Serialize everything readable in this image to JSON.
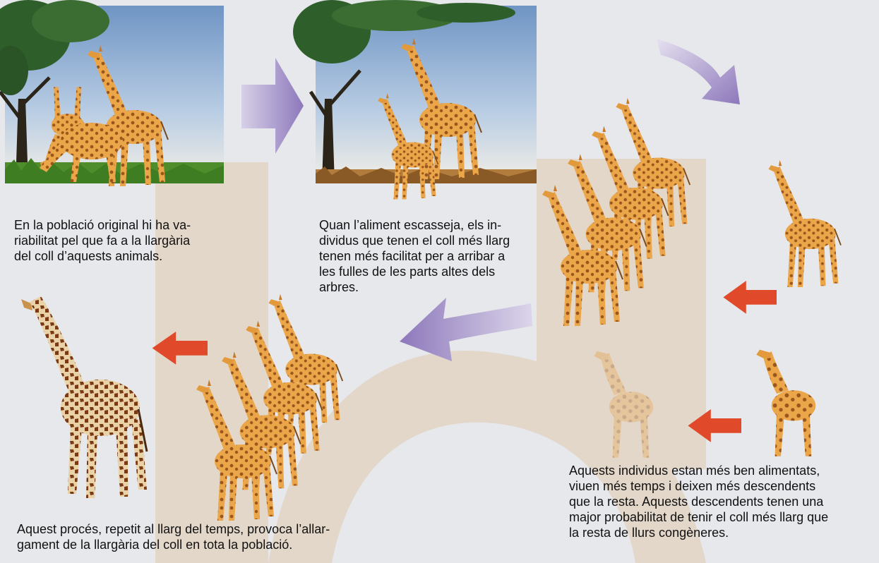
{
  "captions": {
    "step1": [
      "En la població original hi ha va-",
      "riabilitat pel que fa a la llargària",
      "del coll d’aquests animals."
    ],
    "step2": [
      "Quan l’aliment escasseja, els in-",
      "dividus que tenen el coll més llarg",
      "tenen més facilitat per a arribar a",
      "les fulles de les parts altes dels",
      "arbres."
    ],
    "step3": [
      "Aquests individus estan més ben alimentats,",
      "viuen més temps i deixen més descendents",
      "que la resta. Aquests descendents tenen una",
      "major probabilitat de tenir el coll més llarg que",
      "la resta de llurs congèneres."
    ],
    "step4": [
      "Aquest procés, repetit al llarg del temps, provoca l’allar-",
      "gament de la llargària del coll en tota la població."
    ]
  },
  "icons": [
    "tree-icon",
    "giraffe-icon",
    "arrow-icon"
  ],
  "colors": {
    "background": "#e6e8ec",
    "watermark": "#e3d7c9",
    "sky": "#8fb2d6",
    "giraffe_body": "#e8a54a",
    "giraffe_spots": "#8a4a1a",
    "purple_arrow": "#9a86c2",
    "red_arrow": "#e04a2a",
    "text": "#111111"
  }
}
